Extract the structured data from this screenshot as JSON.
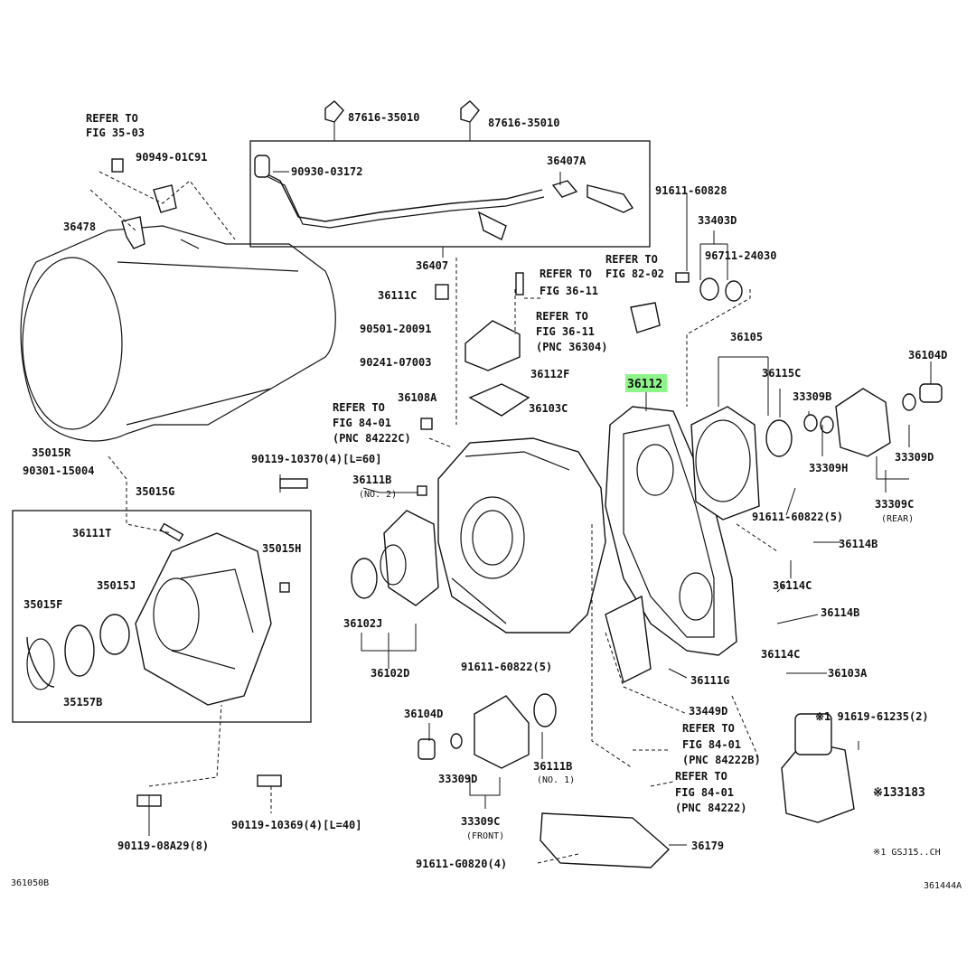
{
  "labels": {
    "refer_fig_35_03_a": "REFER TO",
    "refer_fig_35_03_b": "FIG 35-03",
    "p87616_a": "87616-35010",
    "p87616_b": "87616-35010",
    "p90949": "90949-01C91",
    "p90930": "90930-03172",
    "p36407A": "36407A",
    "p36478": "36478",
    "p36407": "36407",
    "p91611_60828": "91611-60828",
    "p33403D": "33403D",
    "p96711": "96711-24030",
    "refer_fig_82_02_a": "REFER TO",
    "refer_fig_82_02_b": "FIG 82-02",
    "refer_fig_36_11_a": "REFER TO",
    "refer_fig_36_11_b": "FIG 36-11",
    "refer_fig_36_11_pnc_a": "REFER TO",
    "refer_fig_36_11_pnc_b": "FIG 36-11",
    "refer_fig_36_11_pnc_c": "(PNC 36304)",
    "p36111C": "36111C",
    "p90501": "90501-20091",
    "p90241": "90241-07003",
    "p36112F": "36112F",
    "p36112": "36112",
    "p36105": "36105",
    "p36104D_top": "36104D",
    "p36115C": "36115C",
    "p33309B": "33309B",
    "p36108A": "36108A",
    "p36103C": "36103C",
    "refer_fig_84_01_a": "REFER TO",
    "refer_fig_84_01_b": "FIG 84-01",
    "refer_fig_84_01_c": "(PNC 84222C)",
    "p33309H": "33309H",
    "p33309D_right": "33309D",
    "p35015R": "35015R",
    "p90301": "90301-15004",
    "p90119_10370": "90119-10370(4)[L=60]",
    "p36111B_a": "36111B",
    "p36111B_a_note": "(NO. 2)",
    "p91611_60822_5_a": "91611-60822(5)",
    "p33309C": "33309C",
    "p33309C_note": "(REAR)",
    "p35015G": "35015G",
    "p36111T": "36111T",
    "p35015H": "35015H",
    "p36114B_a": "36114B",
    "p36114C_a": "36114C",
    "p35015J": "35015J",
    "p35015F": "35015F",
    "p36102J": "36102J",
    "p36114B_b": "36114B",
    "p36114C_b": "36114C",
    "p36102D": "36102D",
    "p91611_60822_5_b": "91611-60822(5)",
    "p36111G": "36111G",
    "p36103A": "36103A",
    "p35157B": "35157B",
    "p33449D": "33449D",
    "refer_fig_84_01_b2_a": "REFER TO",
    "refer_fig_84_01_b2_b": "FIG 84-01",
    "refer_fig_84_01_b2_c": "(PNC 84222B)",
    "p91619": "※1 91619-61235(2)",
    "p36104D_bottom": "36104D",
    "p36111B_b": "36111B",
    "p36111B_b_note": "(NO. 1)",
    "p33309D_bottom": "33309D",
    "refer_fig_84_01_c2_a": "REFER TO",
    "refer_fig_84_01_c2_b": "FIG 84-01",
    "refer_fig_84_01_c2_c": "(PNC 84222)",
    "p133183": "※133183",
    "p33309C_front": "33309C",
    "p33309C_front_note": "(FRONT)",
    "p90119_08A29": "90119-08A29(8)",
    "p90119_10369": "90119-10369(4)[L=40]",
    "p36179": "36179",
    "p91611_G0820": "91611-G0820(4)",
    "note_gsj": "※1 GSJ15..CH",
    "fig_left": "361050B",
    "fig_right": "361444A"
  },
  "highlight_color": "#8ef58a",
  "highlighted_part": "36112"
}
